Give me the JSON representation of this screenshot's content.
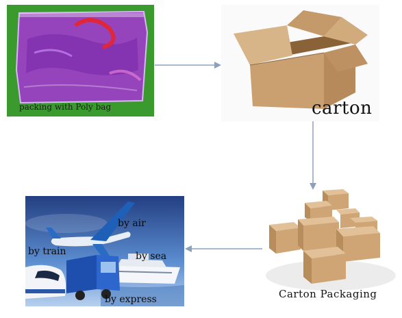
{
  "steps": {
    "poly_bag": "packing with Poly bag",
    "carton": "carton",
    "carton_packaging": "Carton Packaging"
  },
  "transport": {
    "air": "by air",
    "train": "by train",
    "sea": "by sea",
    "express": "by express"
  },
  "colors": {
    "bag_background": "#3a9a2e",
    "arrow": "#8aa0bf",
    "cardboard": "#c9a47a",
    "sky": "#4a7fc8"
  }
}
